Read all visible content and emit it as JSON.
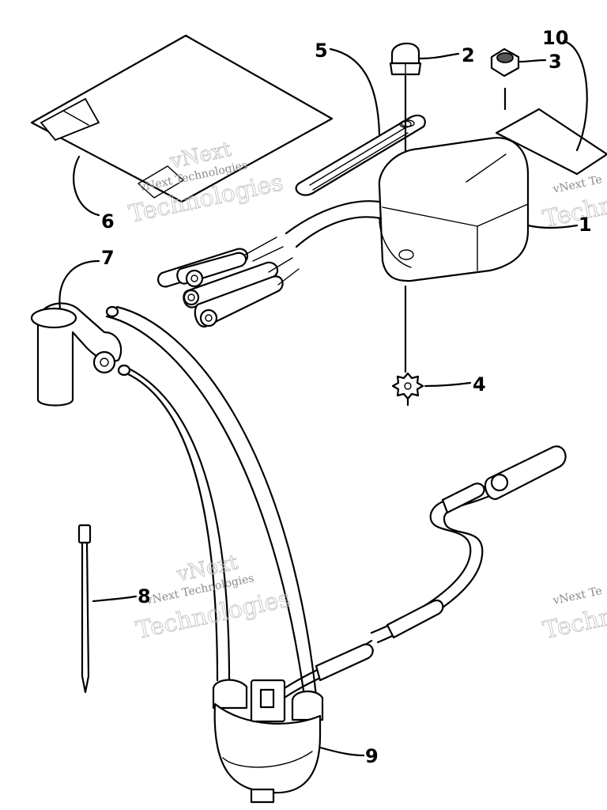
{
  "diagram": {
    "callouts": [
      {
        "id": "1",
        "label": "1"
      },
      {
        "id": "2",
        "label": "2"
      },
      {
        "id": "3",
        "label": "3"
      },
      {
        "id": "4",
        "label": "4"
      },
      {
        "id": "5",
        "label": "5"
      },
      {
        "id": "6",
        "label": "6"
      },
      {
        "id": "7",
        "label": "7"
      },
      {
        "id": "8",
        "label": "8"
      },
      {
        "id": "9",
        "label": "9"
      },
      {
        "id": "10",
        "label": "10"
      }
    ],
    "watermarks": [
      {
        "line1": "vNext Technologies",
        "line2": "Technologies"
      },
      {
        "line1": "vNext Technologies",
        "line2": "Technologies"
      },
      {
        "line1": "vNext Te",
        "line2": "Techn"
      },
      {
        "line1": "vNext Te",
        "line2": "Techn"
      }
    ]
  }
}
